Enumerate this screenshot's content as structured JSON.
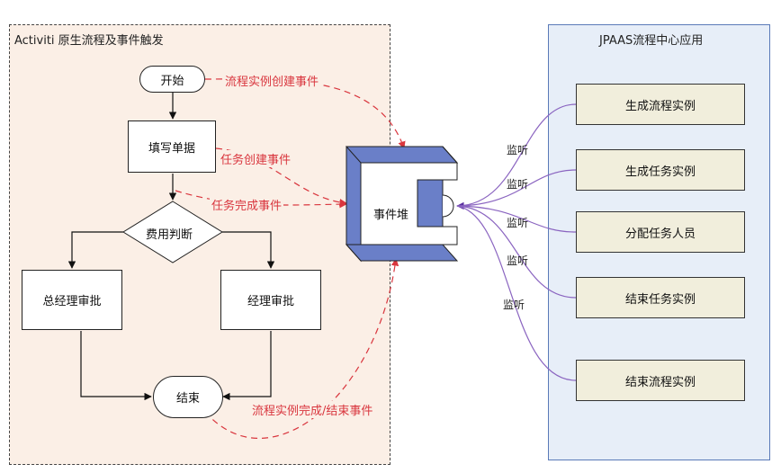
{
  "left_panel": {
    "title": "Activiti 原生流程及事件触发"
  },
  "right_panel": {
    "title": "JPAAS流程中心应用"
  },
  "flow": {
    "start": "开始",
    "fill_form": "填写单据",
    "decision": "费用判断",
    "gm_approve": "总经理审批",
    "mgr_approve": "经理审批",
    "end": "结束"
  },
  "events": {
    "process_created": "流程实例创建事件",
    "task_created": "任务创建事件",
    "task_completed": "任务完成事件",
    "process_completed": "流程实例完成/结束事件"
  },
  "event_heap": {
    "label": "事件堆"
  },
  "listeners": [
    "监听",
    "监听",
    "监听",
    "监听",
    "监听"
  ],
  "actions": [
    "生成流程实例",
    "生成任务实例",
    "分配任务人员",
    "结束任务实例",
    "结束流程实例"
  ],
  "colors": {
    "event_red": "#d9363e",
    "listener_purple": "#7a4fb0",
    "heap_blue": "#6a7fc8"
  }
}
